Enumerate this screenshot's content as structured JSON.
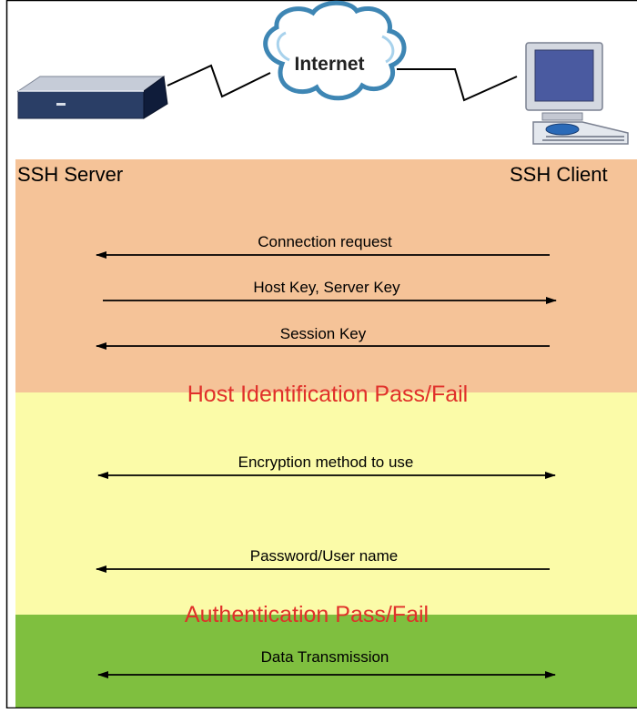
{
  "network": {
    "cloud_label": "Internet",
    "server_label": "SSH Server",
    "client_label": "SSH Client"
  },
  "phases": [
    {
      "id": "host-identification",
      "color": "#f5c398",
      "messages": [
        {
          "label": "Connection request",
          "direction": "client-to-server"
        },
        {
          "label": "Host Key, Server Key",
          "direction": "server-to-client"
        },
        {
          "label": "Session Key",
          "direction": "client-to-server"
        }
      ],
      "result_label": "Host Identification Pass/Fail",
      "result_color": "#e0302a"
    },
    {
      "id": "authentication",
      "color": "#fbfba8",
      "messages": [
        {
          "label": "Encryption method to use",
          "direction": "both"
        },
        {
          "label": "Password/User name",
          "direction": "client-to-server"
        }
      ],
      "result_label": "Authentication Pass/Fail",
      "result_color": "#e0302a"
    },
    {
      "id": "data-transmission",
      "color": "#7fbf3f",
      "messages": [
        {
          "label": "Data Transmission",
          "direction": "both"
        }
      ]
    }
  ]
}
